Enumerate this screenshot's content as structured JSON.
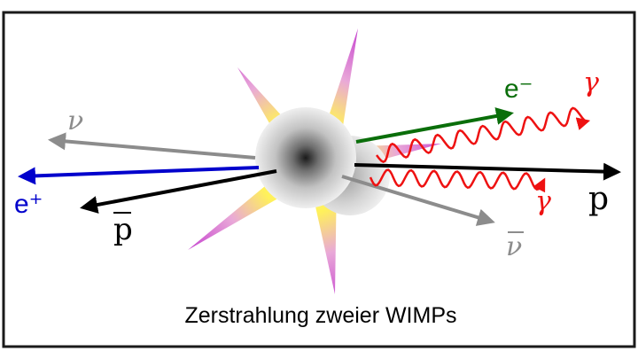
{
  "caption": "Zerstrahlung zweier WIMPs",
  "particles": {
    "neutrino": "ν",
    "antineutrino": "ν",
    "positron": "e⁺",
    "electron": "e⁻",
    "antiproton": "p",
    "proton": "p",
    "photon_upper": "γ",
    "photon_lower": "γ"
  },
  "colors": {
    "frame": "#1a1a1a",
    "neutrino": "#8c8c8c",
    "positron": "#0000cc",
    "electron": "#0a6e0a",
    "proton": "#000000",
    "photon": "#ee1111",
    "burst_inner": "#fff15a",
    "burst_outer": "#c84ad0"
  }
}
